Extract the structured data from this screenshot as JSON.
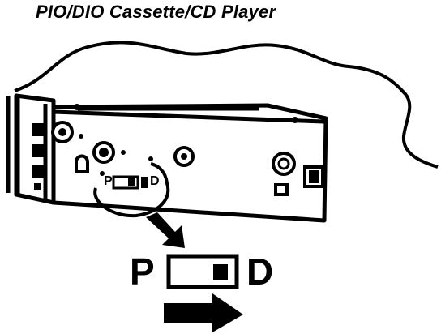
{
  "title": "PIO/DIO Cassette/CD Player",
  "switch": {
    "small_label_p": "P",
    "small_label_d": "D",
    "large_label_p": "P",
    "large_label_d": "D"
  }
}
